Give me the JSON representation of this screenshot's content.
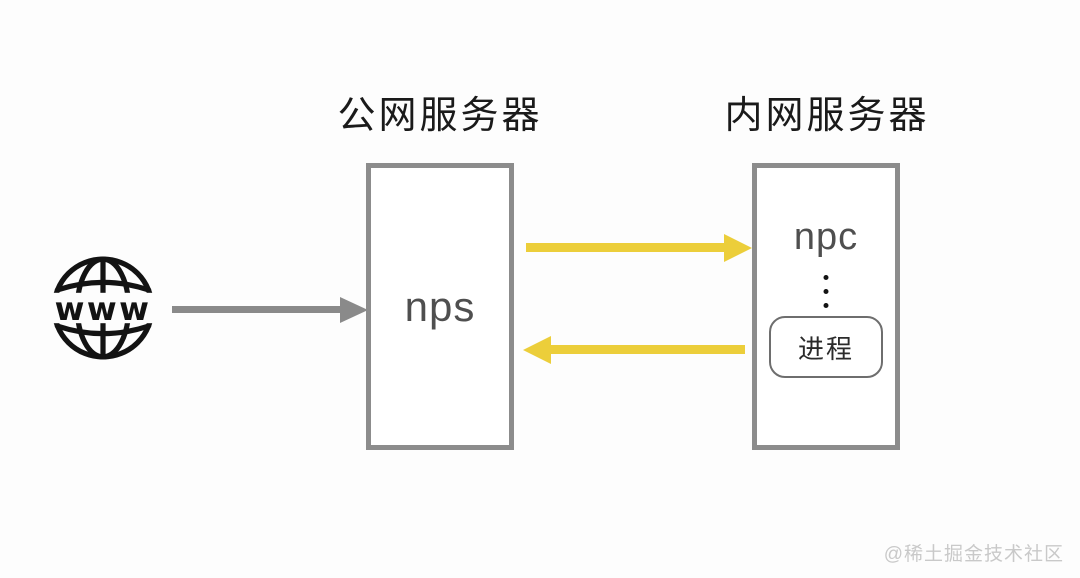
{
  "background": "#fdfdfd",
  "colors": {
    "background": "#fdfdfd",
    "box_border": "#8c8c8c",
    "yellow_arrow": "#ecce3a",
    "gray_arrow": "#8a8a8a",
    "title_text": "#1a1a1a",
    "node_text": "#4f4f4f",
    "process_border": "#6e6e6e",
    "process_text": "#2b2b2b",
    "icon": "#131313",
    "watermark_text": "#c9c9c9"
  },
  "diagram": {
    "public_server": {
      "title": "公网服务器",
      "node_label": "nps"
    },
    "internal_server": {
      "title": "内网服务器",
      "node_label": "npc",
      "process_label": "进程"
    },
    "internet_icon": {
      "name": "www-globe-icon",
      "label": "www"
    },
    "arrows": [
      {
        "name": "internet-to-nps",
        "color": "gray",
        "direction": "right"
      },
      {
        "name": "nps-to-npc",
        "color": "yellow",
        "direction": "right"
      },
      {
        "name": "npc-to-nps",
        "color": "yellow",
        "direction": "left"
      }
    ]
  },
  "watermark": "@稀土掘金技术社区"
}
